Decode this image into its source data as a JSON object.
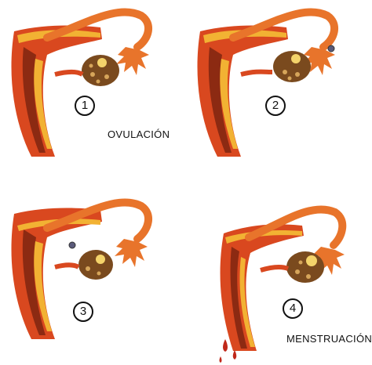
{
  "panels": [
    {
      "step": "1",
      "label": "OVULACIÓN",
      "egg_state": "in-ovary"
    },
    {
      "step": "2",
      "label": "",
      "egg_state": "released"
    },
    {
      "step": "3",
      "label": "",
      "egg_state": "in-tube"
    },
    {
      "step": "4",
      "label": "MENSTRUACIÓN",
      "egg_state": "expelled"
    }
  ],
  "colors": {
    "uterus_wall": "#d9481f",
    "uterus_dark": "#8c2a12",
    "tube": "#e8742b",
    "fat_tissue": "#f2b233",
    "ovary": "#7a4a1e",
    "follicle": "#f4d36a",
    "blood": "#c0281a"
  }
}
